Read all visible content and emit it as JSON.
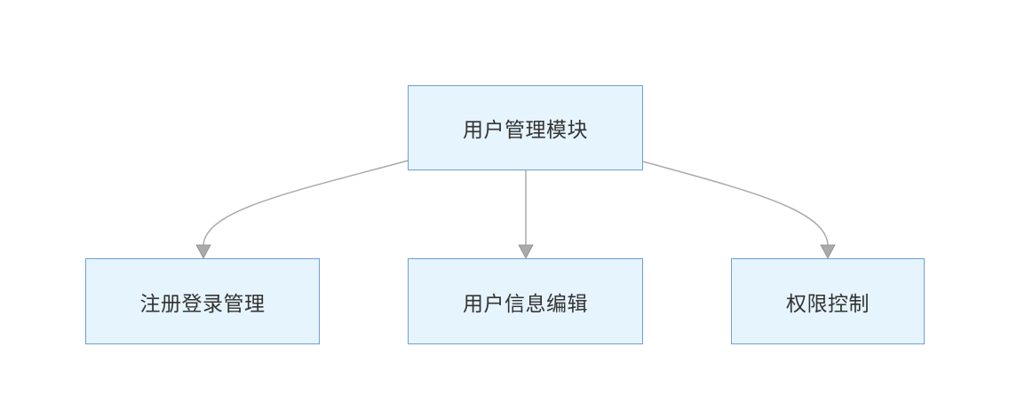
{
  "diagram": {
    "root": {
      "label": "用户管理模块"
    },
    "children": [
      {
        "label": "注册登录管理"
      },
      {
        "label": "用户信息编辑"
      },
      {
        "label": "权限控制"
      }
    ],
    "colors": {
      "node_fill": "#e6f4fd",
      "node_border": "#6a9fd9",
      "edge": "#aaaaaa",
      "arrowhead": "#aaaaaa",
      "text": "#333333"
    }
  }
}
